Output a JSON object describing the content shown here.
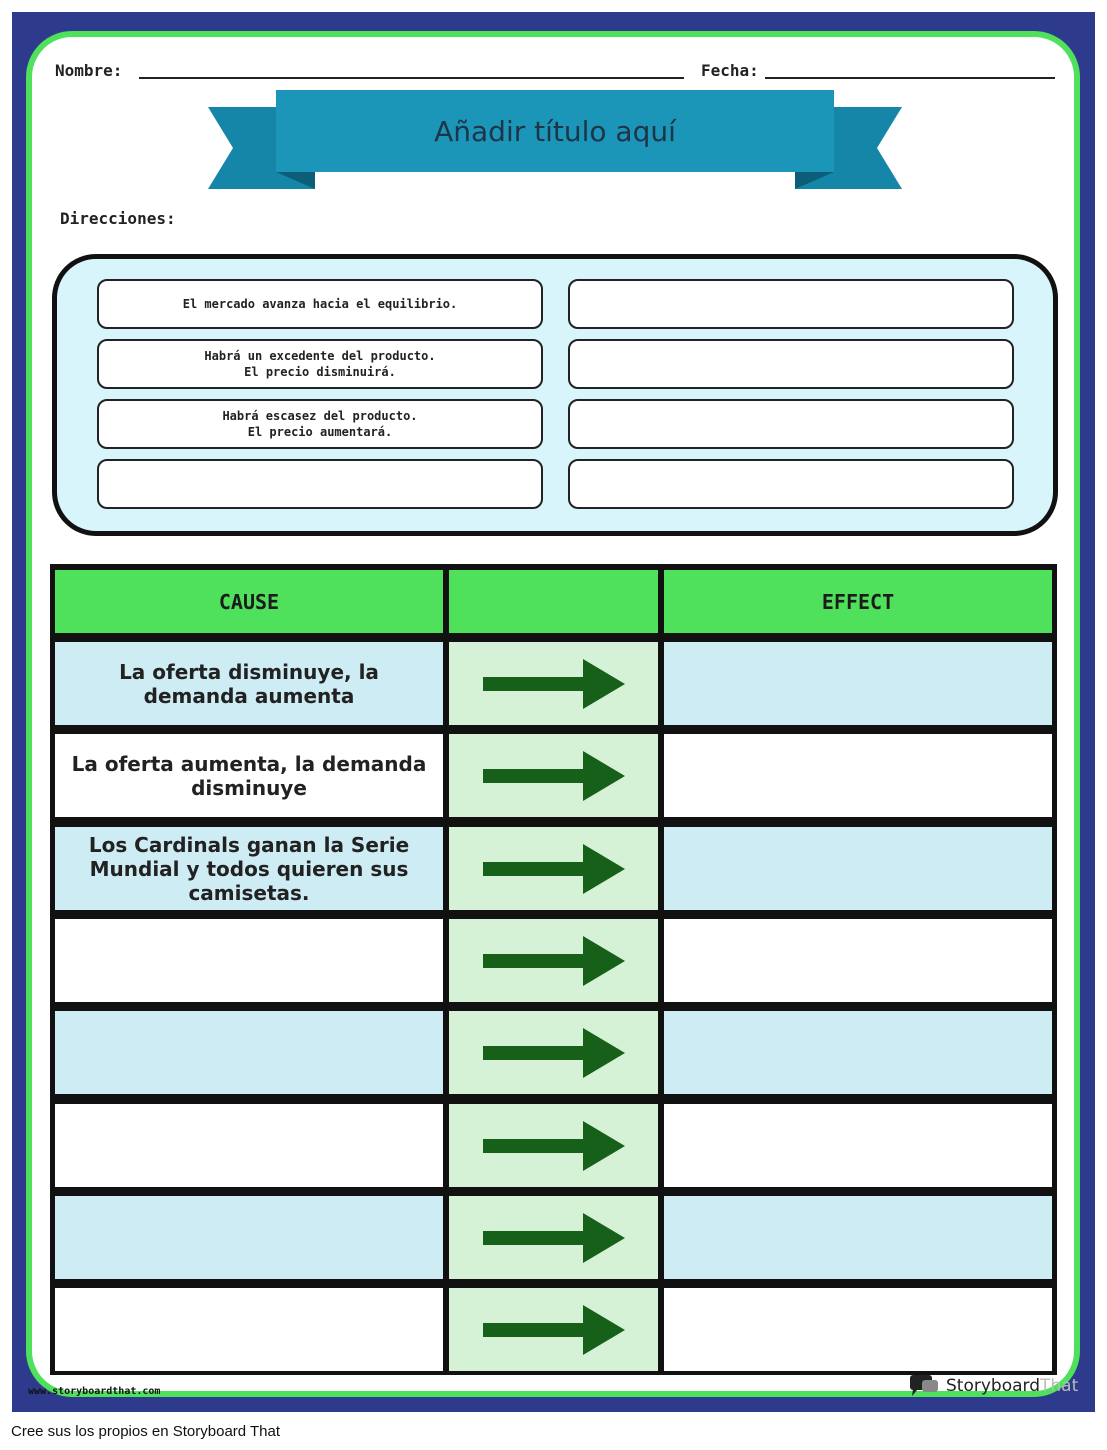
{
  "header": {
    "name_label": "Nombre:",
    "date_label": "Fecha:"
  },
  "title": "Añadir título aquí",
  "directions_label": "Direcciones:",
  "word_bank": [
    "El mercado avanza hacia el equilibrio.",
    "",
    "Habrá un excedente del producto.\nEl precio disminuirá.",
    "",
    "Habrá escasez del producto.\nEl precio aumentará.",
    "",
    "",
    ""
  ],
  "table": {
    "headers": [
      "CAUSE",
      "",
      "EFFECT"
    ],
    "rows": [
      {
        "cause": "La oferta disminuye, la demanda aumenta",
        "effect": ""
      },
      {
        "cause": "La oferta aumenta, la demanda disminuye",
        "effect": ""
      },
      {
        "cause": "Los Cardinals ganan la Serie Mundial y todos quieren sus camisetas.",
        "effect": ""
      },
      {
        "cause": "",
        "effect": ""
      },
      {
        "cause": "",
        "effect": ""
      },
      {
        "cause": "",
        "effect": ""
      },
      {
        "cause": "",
        "effect": ""
      },
      {
        "cause": "",
        "effect": ""
      }
    ]
  },
  "colors": {
    "border_outer": "#2e3a8c",
    "frame_green": "#4fe05c",
    "row_blue": "#cdecf4",
    "row_white": "#ffffff",
    "arrow": "#16601a",
    "ribbon": "#1b96b9"
  },
  "footer": {
    "url": "www.storyboardthat.com",
    "brand_dark": "Storyboard",
    "brand_light": "That",
    "credit": "Cree sus los propios en Storyboard That"
  }
}
